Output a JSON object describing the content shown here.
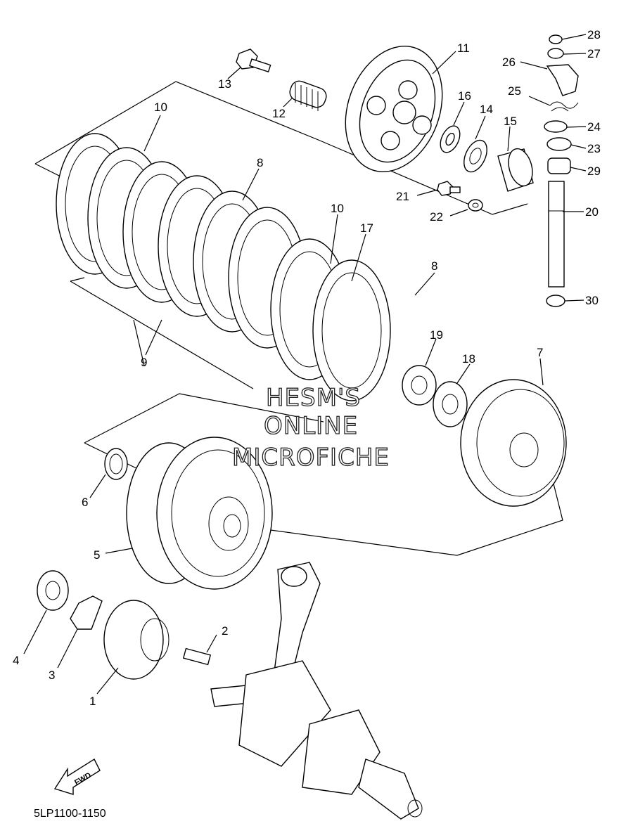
{
  "diagram": {
    "drawing_code": "5LP1100-1150",
    "direction_arrow": "FWD",
    "watermark": [
      "HESM'S",
      "ONLINE",
      "MICROFICHE"
    ],
    "callouts": {
      "p1": "1",
      "p2": "2",
      "p3": "3",
      "p4": "4",
      "p5": "5",
      "p6": "6",
      "p7": "7",
      "p8a": "8",
      "p8b": "8",
      "p9": "9",
      "p10a": "10",
      "p10b": "10",
      "p11": "11",
      "p12": "12",
      "p13": "13",
      "p14": "14",
      "p15": "15",
      "p16": "16",
      "p17": "17",
      "p18": "18",
      "p19": "19",
      "p20": "20",
      "p21": "21",
      "p22": "22",
      "p23": "23",
      "p24": "24",
      "p25": "25",
      "p26": "26",
      "p27": "27",
      "p28": "28",
      "p29": "29",
      "p30": "30"
    }
  }
}
